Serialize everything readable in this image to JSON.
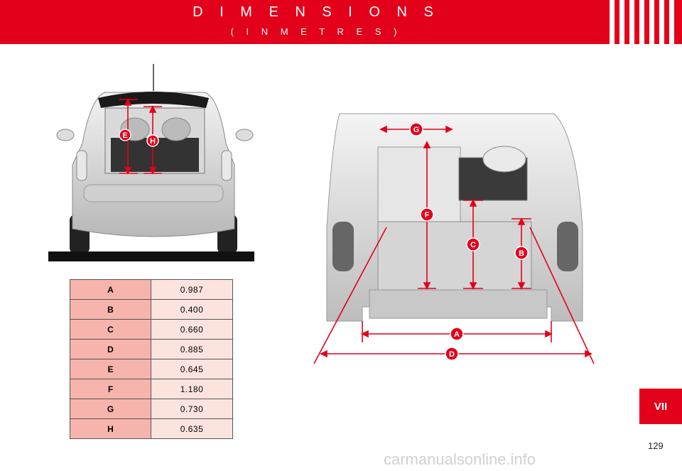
{
  "header": {
    "title": "D I M E N S I O N S",
    "subtitle": "( I N   M E T R E S )"
  },
  "colors": {
    "accent": "#e3001b",
    "table_label_bg": "#f6b4ac",
    "table_value_bg": "#fde3de"
  },
  "rear_view": {
    "markers": [
      "E",
      "H"
    ]
  },
  "boot_view": {
    "markers": [
      "G",
      "F",
      "C",
      "B",
      "A",
      "D"
    ]
  },
  "dimensions": [
    {
      "label": "A",
      "value": "0.987"
    },
    {
      "label": "B",
      "value": "0.400"
    },
    {
      "label": "C",
      "value": "0.660"
    },
    {
      "label": "D",
      "value": "0.885"
    },
    {
      "label": "E",
      "value": "0.645"
    },
    {
      "label": "F",
      "value": "1.180"
    },
    {
      "label": "G",
      "value": "0.730"
    },
    {
      "label": "H",
      "value": "0.635"
    }
  ],
  "chapter_tab": "VII",
  "page_number": "129",
  "watermark": "carmanualsonline.info"
}
